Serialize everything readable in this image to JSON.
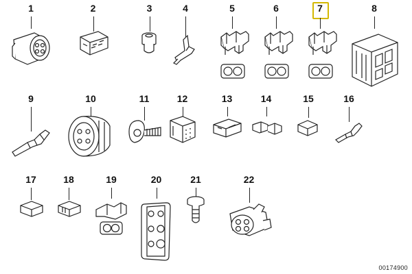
{
  "parts": [
    {
      "id": "part-1",
      "number": "1",
      "icon": "round-connector-icon"
    },
    {
      "id": "part-2",
      "number": "2",
      "icon": "flat-plug-icon"
    },
    {
      "id": "part-3",
      "number": "3",
      "icon": "grommet-plug-icon"
    },
    {
      "id": "part-4",
      "number": "4",
      "icon": "terminal-pin-icon"
    },
    {
      "id": "part-5",
      "number": "5",
      "icon": "socket-housing-icon"
    },
    {
      "id": "part-6",
      "number": "6",
      "icon": "socket-housing-icon"
    },
    {
      "id": "part-7",
      "number": "7",
      "icon": "socket-housing-icon",
      "highlighted": true
    },
    {
      "id": "part-8",
      "number": "8",
      "icon": "multi-pin-block-icon"
    },
    {
      "id": "part-9",
      "number": "9",
      "icon": "crimp-terminal-icon"
    },
    {
      "id": "part-10",
      "number": "10",
      "icon": "round-housing-icon"
    },
    {
      "id": "part-11",
      "number": "11",
      "icon": "screw-clip-icon"
    },
    {
      "id": "part-12",
      "number": "12",
      "icon": "box-connector-icon"
    },
    {
      "id": "part-13",
      "number": "13",
      "icon": "flat-connector-icon"
    },
    {
      "id": "part-14",
      "number": "14",
      "icon": "inline-connector-icon"
    },
    {
      "id": "part-15",
      "number": "15",
      "icon": "small-plug-icon"
    },
    {
      "id": "part-16",
      "number": "16",
      "icon": "pin-contact-icon"
    },
    {
      "id": "part-17",
      "number": "17",
      "icon": "mini-plug-icon"
    },
    {
      "id": "part-18",
      "number": "18",
      "icon": "mini-plug-icon"
    },
    {
      "id": "part-19",
      "number": "19",
      "icon": "socket-housing-icon"
    },
    {
      "id": "part-20",
      "number": "20",
      "icon": "seal-plate-icon"
    },
    {
      "id": "part-21",
      "number": "21",
      "icon": "push-rivet-icon"
    },
    {
      "id": "part-22",
      "number": "22",
      "icon": "round-plug-housing-icon"
    }
  ],
  "catalog_number": "00174900",
  "colors": {
    "highlight": "#d4b800",
    "line": "#222222"
  }
}
